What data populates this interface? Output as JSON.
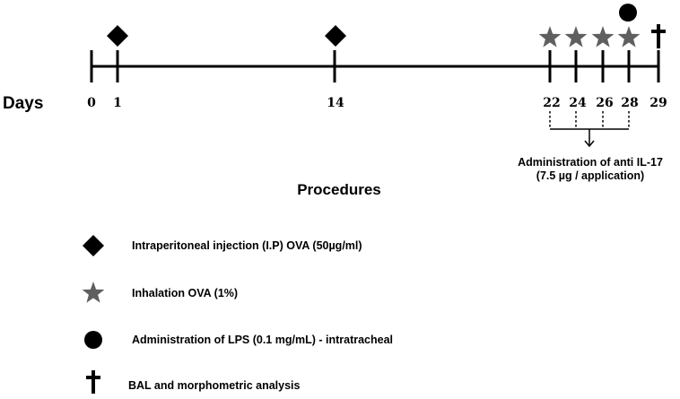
{
  "diagram": {
    "days_label": "Days",
    "days": [
      "0",
      "1",
      "14",
      "22",
      "24",
      "26",
      "28",
      "29"
    ],
    "anti_il17_label_line1": "Administration of anti IL-17",
    "anti_il17_label_line2": "(7.5 µg / application)",
    "procedures_title": "Procedures",
    "legend": [
      {
        "icon": "diamond-icon",
        "text": "Intraperitoneal injection (I.P) OVA (50µg/ml)"
      },
      {
        "icon": "star-icon",
        "text": "Inhalation OVA (1%)"
      },
      {
        "icon": "circle-icon",
        "text": "Administration of LPS (0.1 mg/mL) - intratracheal"
      },
      {
        "icon": "cross-icon",
        "text": "BAL and morphometric analysis"
      }
    ],
    "colors": {
      "line": "#000000",
      "star": "#5f5f5f",
      "diamond": "#000000"
    }
  }
}
